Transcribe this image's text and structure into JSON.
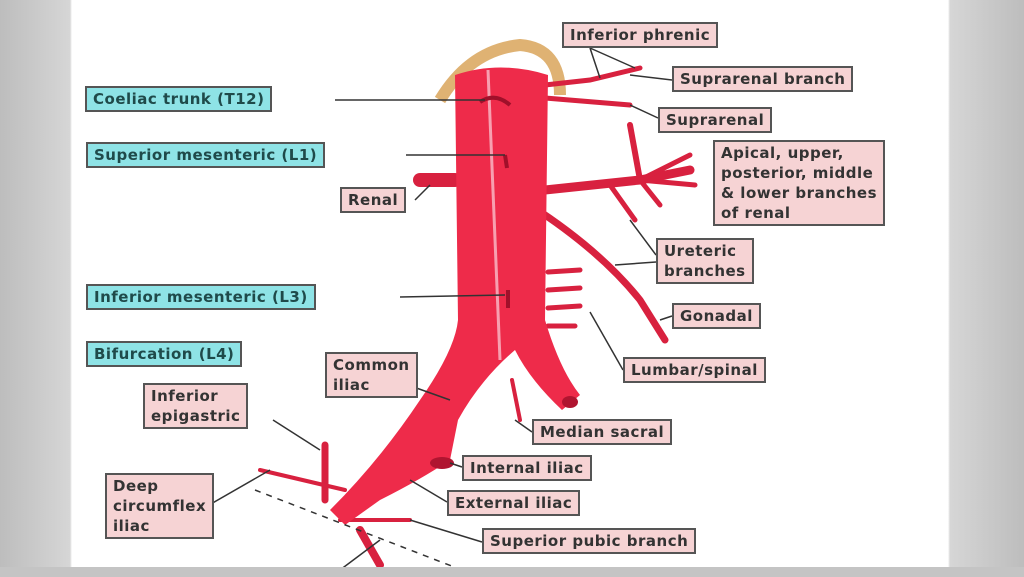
{
  "labels_left": {
    "coeliac": "Coeliac trunk (T12)",
    "superior_mesenteric": "Superior mesenteric (L1)",
    "inferior_mesenteric": "Inferior mesenteric (L3)",
    "bifurcation": "Bifurcation (L4)"
  },
  "labels_branches": {
    "renal": "Renal",
    "common_iliac": "Common\niliac",
    "inferior_epigastric": "Inferior\nepigastric",
    "deep_circumflex_iliac": "Deep\ncircumflex\niliac",
    "inferior_phrenic": "Inferior phrenic",
    "suprarenal_branch": "Suprarenal branch",
    "suprarenal": "Suprarenal",
    "renal_branches": "Apical, upper,\nposterior, middle\n& lower branches\nof renal",
    "ureteric": "Ureteric\nbranches",
    "gonadal": "Gonadal",
    "lumbar": "Lumbar/spinal",
    "median_sacral": "Median sacral",
    "internal_iliac": "Internal iliac",
    "external_iliac": "External iliac",
    "superior_pubic": "Superior pubic branch"
  },
  "colors": {
    "artery": "#ee2b4a",
    "vertebral_label": "#8ee3e6",
    "branch_label": "#f6d3d4",
    "diaphragm": "#d9a55a"
  }
}
